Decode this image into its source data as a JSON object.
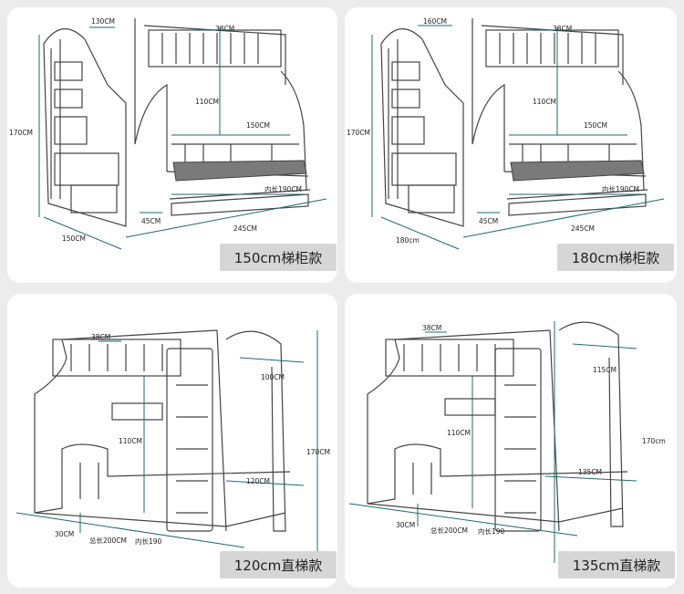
{
  "panels": [
    {
      "caption": "150cm梯柜款",
      "labels": {
        "top_width": "130CM",
        "guard_gap": "38CM",
        "height": "170CM",
        "upper_gap": "110CM",
        "lower_width": "150CM",
        "inner_length": "内长190CM",
        "step_depth": "45CM",
        "total_length": "245CM",
        "depth": "150CM"
      }
    },
    {
      "caption": "180cm梯柜款",
      "labels": {
        "top_width": "160CM",
        "guard_gap": "38CM",
        "height": "170CM",
        "upper_gap": "110CM",
        "lower_width": "150CM",
        "inner_length": "内长190CM",
        "step_depth": "45CM",
        "total_length": "245CM",
        "depth": "180cm"
      }
    },
    {
      "caption": "120cm直梯款",
      "labels": {
        "guard_gap": "38CM",
        "top_width": "100CM",
        "upper_gap": "110CM",
        "height": "170CM",
        "lower_width": "120CM",
        "side_gap": "30CM",
        "total_length": "总长200CM",
        "inner_length": "内长190"
      }
    },
    {
      "caption": "135cm直梯款",
      "labels": {
        "guard_gap": "38CM",
        "top_width": "115CM",
        "upper_gap": "110CM",
        "height": "170cm",
        "lower_width": "135CM",
        "side_gap": "30CM",
        "total_length": "总长200CM",
        "inner_length": "内长190"
      }
    }
  ],
  "colors": {
    "line": "#444444",
    "dim": "#1d6b6b",
    "mattress": "#7a7a7a",
    "caption_bg": "#d6d6d6"
  }
}
